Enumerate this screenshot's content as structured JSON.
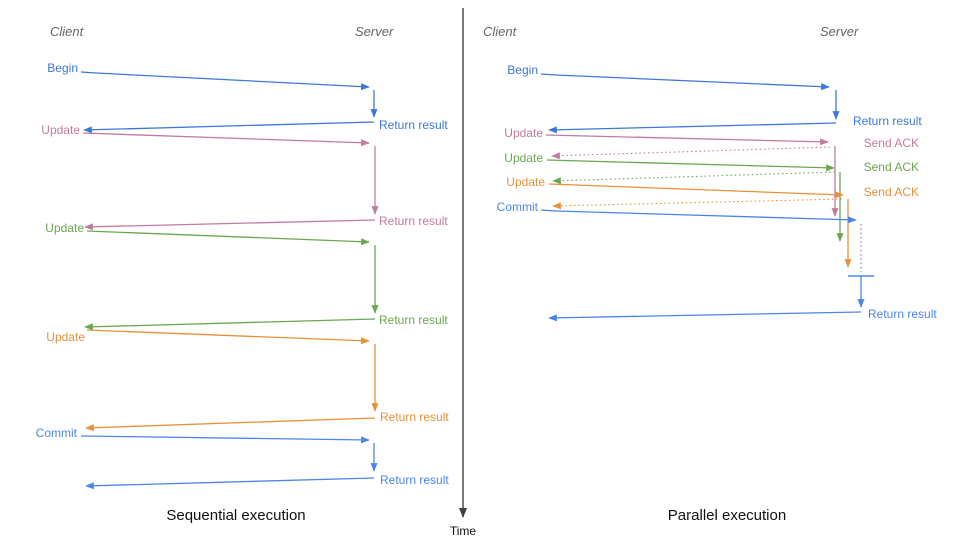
{
  "palette": {
    "blue": "#3c78d8",
    "commit_blue": "#4a86e8",
    "pink": "#c27ba0",
    "green": "#6aa84f",
    "orange": "#e69138",
    "axis": "#404040",
    "header_text": "#666666",
    "title_text": "#111111"
  },
  "time_axis": {
    "label": "Time"
  },
  "sequential": {
    "title": "Sequential execution",
    "client_header": "Client",
    "server_header": "Server",
    "messages": [
      {
        "request": "Begin",
        "response": "Return result"
      },
      {
        "request": "Update",
        "response": "Return result"
      },
      {
        "request": "Update",
        "response": "Return result"
      },
      {
        "request": "Update",
        "response": "Return result"
      },
      {
        "request": "Commit",
        "response": "Return result"
      }
    ]
  },
  "parallel": {
    "title": "Parallel execution",
    "client_header": "Client",
    "server_header": "Server",
    "messages": [
      {
        "request": "Begin",
        "response": "Return result"
      },
      {
        "request": "Update",
        "response": "Send ACK"
      },
      {
        "request": "Update",
        "response": "Send ACK"
      },
      {
        "request": "Update",
        "response": "Send ACK"
      },
      {
        "request": "Commit",
        "response": "Return result"
      }
    ]
  }
}
